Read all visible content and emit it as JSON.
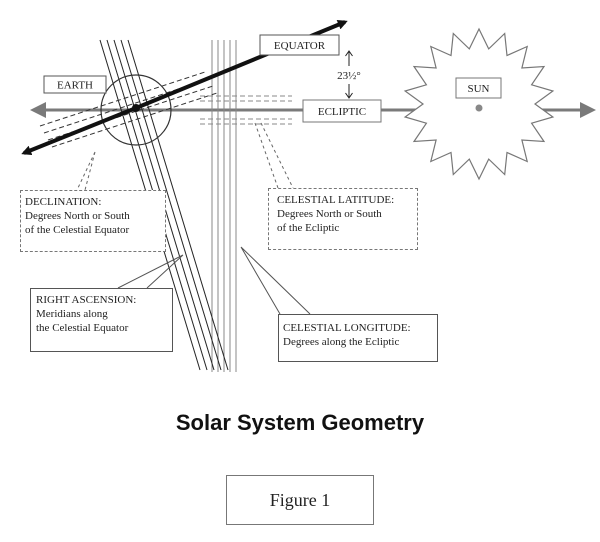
{
  "diagram": {
    "labels": {
      "earth": "EARTH",
      "equator": "EQUATOR",
      "tilt": "23½°",
      "ecliptic": "ECLIPTIC",
      "sun": "SUN"
    },
    "callouts": {
      "declination": [
        "DECLINATION:",
        "Degrees North or South",
        "of  the Celestial Equator"
      ],
      "celestial_latitude": [
        "CELESTIAL LATITUDE:",
        "Degrees North or South",
        "of the Ecliptic"
      ],
      "right_ascension": [
        "RIGHT ASCENSION:",
        "Meridians along",
        "the Celestial Equator"
      ],
      "celestial_longitude": [
        "CELESTIAL LONGITUDE:",
        "Degrees along the Ecliptic"
      ]
    }
  },
  "title": "Solar System Geometry",
  "figure_label": "Figure 1"
}
